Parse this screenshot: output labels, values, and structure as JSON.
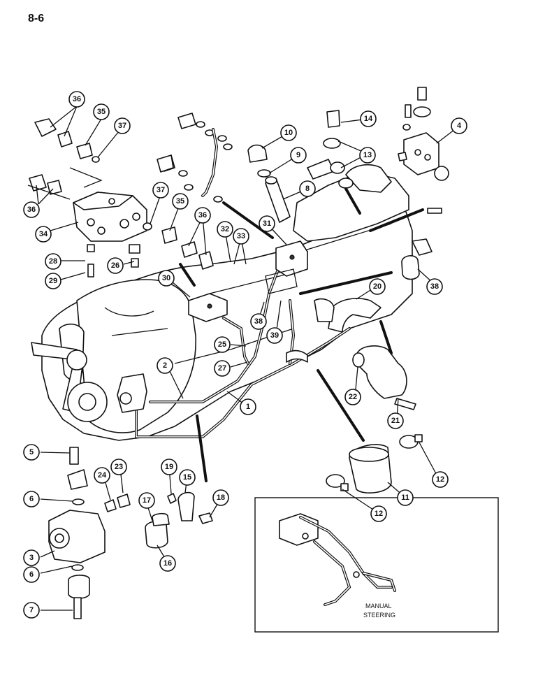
{
  "page": {
    "number": "8-6"
  },
  "inset": {
    "label_line1": "MANUAL",
    "label_line2": "STEERING"
  },
  "callouts": [
    "36",
    "35",
    "37",
    "36",
    "34",
    "28",
    "29",
    "26",
    "37",
    "35",
    "36",
    "32",
    "33",
    "31",
    "30",
    "38",
    "39",
    "10",
    "9",
    "8",
    "14",
    "13",
    "4",
    "20",
    "38",
    "25",
    "27",
    "2",
    "1",
    "22",
    "21",
    "5",
    "6",
    "24",
    "23",
    "3",
    "6",
    "7",
    "19",
    "15",
    "17",
    "18",
    "16",
    "11",
    "12",
    "12"
  ]
}
